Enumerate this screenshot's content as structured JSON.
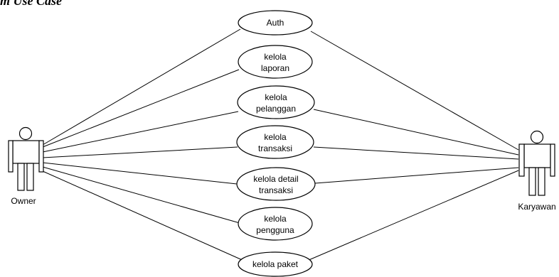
{
  "heading": "m Use Case",
  "actors": {
    "owner": "Owner",
    "karyawan": "Karyawan"
  },
  "use_cases": [
    {
      "id": "auth",
      "lines": [
        "Auth"
      ]
    },
    {
      "id": "kelola-laporan",
      "lines": [
        "kelola",
        "laporan"
      ]
    },
    {
      "id": "kelola-pelanggan",
      "lines": [
        "kelola",
        "pelanggan"
      ]
    },
    {
      "id": "kelola-transaksi",
      "lines": [
        "kelola",
        "transaksi"
      ]
    },
    {
      "id": "kelola-detail-transaksi",
      "lines": [
        "kelola detail",
        "transaksi"
      ]
    },
    {
      "id": "kelola-pengguna",
      "lines": [
        "kelola",
        "pengguna"
      ]
    },
    {
      "id": "kelola-paket",
      "lines": [
        "kelola paket"
      ]
    }
  ]
}
